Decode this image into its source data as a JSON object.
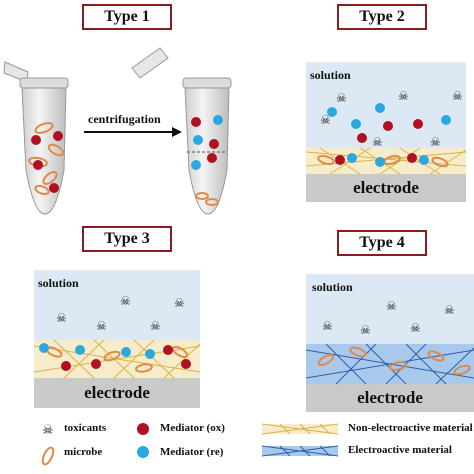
{
  "types": {
    "type1": "Type 1",
    "type2": "Type 2",
    "type3": "Type 3",
    "type4": "Type 4"
  },
  "labels": {
    "centrifugation": "centrifugation",
    "solution": "solution",
    "electrode": "electrode"
  },
  "legend": {
    "toxicants": "toxicants",
    "microbe": "microbe",
    "mediator_ox": "Mediator (ox)",
    "mediator_re": "Mediator (re)",
    "non_electroactive": "Non-electroactive material",
    "electroactive": "Electroactive material"
  },
  "colors": {
    "type_border": "#8b1c1c",
    "mediator_ox": "#b01020",
    "mediator_re": "#29a9e0",
    "solution_bg": "#dce9f5",
    "non_electroactive_bg": "#f7ecc9",
    "electroactive_bg": "#a9c9ec",
    "electrode": "#c9c9c9"
  }
}
